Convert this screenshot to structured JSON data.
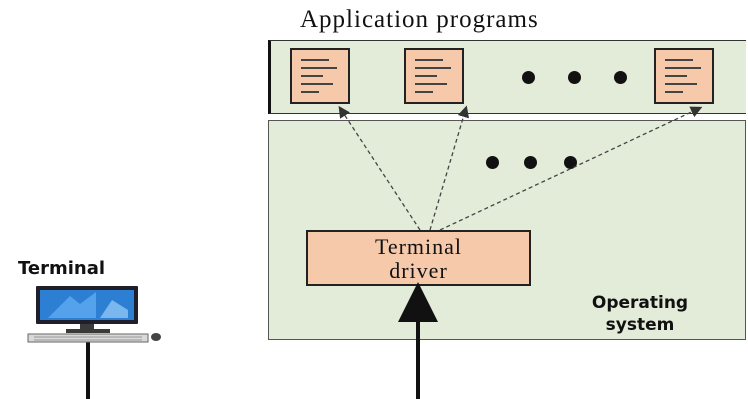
{
  "application_programs": {
    "title": "Application programs",
    "ellipsis": "• • •"
  },
  "operating_system": {
    "label_line1": "Operating",
    "label_line2": "system",
    "ellipsis": "• • •",
    "driver": {
      "line1": "Terminal",
      "line2": "driver"
    }
  },
  "terminal": {
    "label": "Terminal",
    "icon": "desktop-computer-icon"
  },
  "colors": {
    "panel_fill": "#e3ecd8",
    "box_fill": "#f6c9ab",
    "screen_blue": "#2d7fd3"
  }
}
